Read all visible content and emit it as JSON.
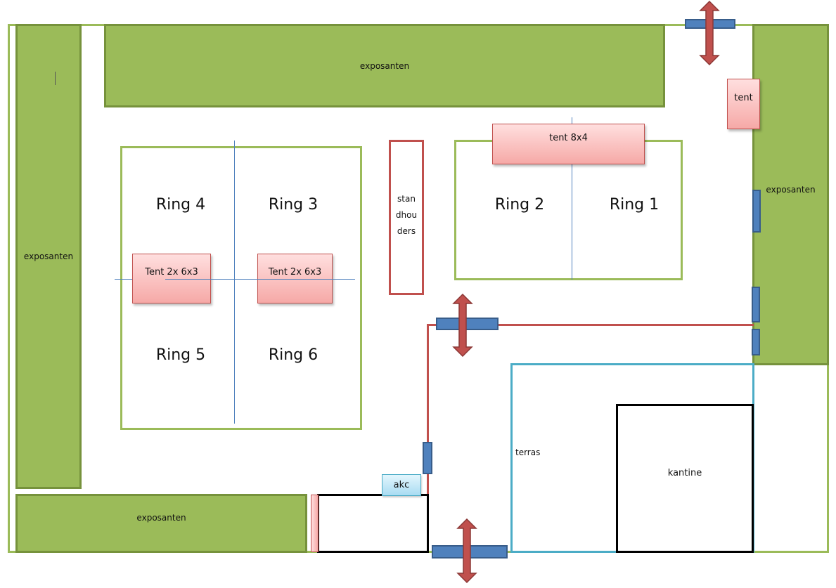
{
  "title": "Terrain plan",
  "exhibitors": {
    "left": "exposanten",
    "top": "exposanten",
    "right": "exposanten",
    "bottom": "exposanten"
  },
  "rings": {
    "ring1": "Ring 1",
    "ring2": "Ring 2",
    "ring3": "Ring 3",
    "ring4": "Ring 4",
    "ring5": "Ring 5",
    "ring6": "Ring 6"
  },
  "tents": {
    "tent_8x4": "tent 8x4",
    "tent_left": "Tent 2x 6x3",
    "tent_right": "Tent 2x 6x3",
    "tent_corner": "tent"
  },
  "standhouders": [
    "stan",
    "dhou",
    "ders"
  ],
  "areas": {
    "akc": "akc",
    "terras": "terras",
    "kantine": "kantine"
  },
  "colors": {
    "exhibitor_green": "#9bbb59",
    "exhibitor_border": "#76923c",
    "tent_fill": "#f6a9a7",
    "tent_border": "#c0504d",
    "gate_blue": "#4f81bd",
    "arrow_red": "#c0504d",
    "terras_border": "#4bacc6",
    "akc_fill": "#b7e4f7"
  }
}
